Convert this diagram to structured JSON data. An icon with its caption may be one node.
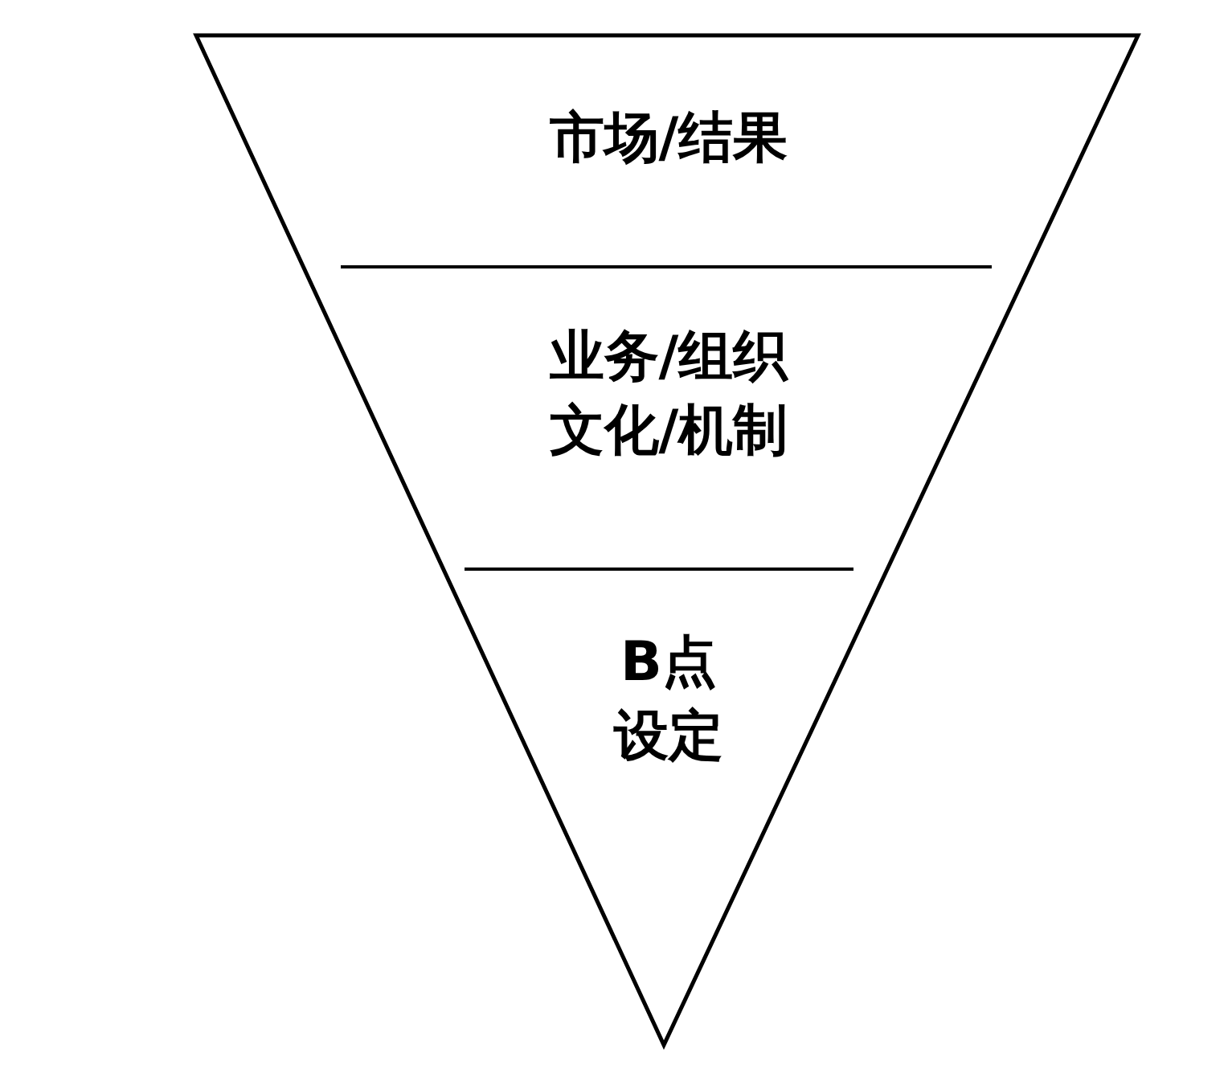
{
  "diagram": {
    "nodes": [
      {
        "text": [
          "市场/结果"
        ]
      },
      {
        "text": [
          "业务/组织文化/机制"
        ]
      },
      {
        "text": [
          "B点设定"
        ]
      }
    ]
  }
}
